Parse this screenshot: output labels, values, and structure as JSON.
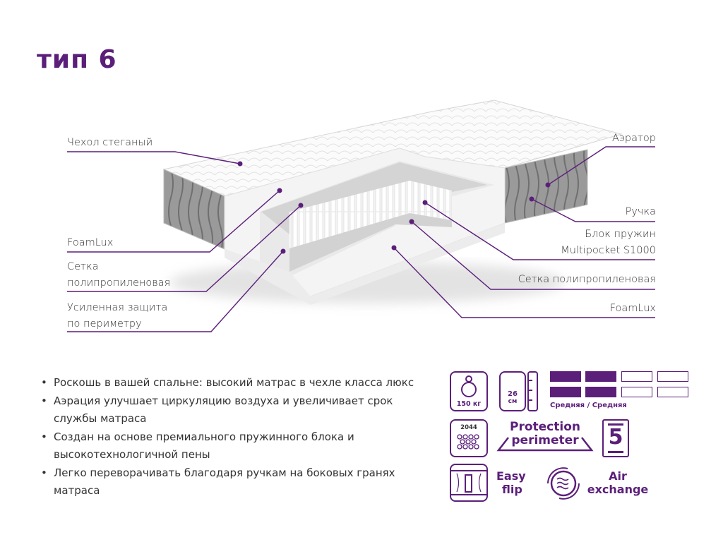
{
  "title": "тип 6",
  "labels_left": [
    {
      "text": "Чехол стеганый"
    },
    {
      "text": "FoamLux"
    },
    {
      "line1": "Сетка",
      "line2": "полипропиленовая"
    },
    {
      "line1": "Усиленная защита",
      "line2": "по периметру"
    }
  ],
  "labels_right": [
    {
      "text": "Аэратор"
    },
    {
      "text": "Ручка"
    },
    {
      "line1": "Блок пружин",
      "line2": "Multipocket S1000"
    },
    {
      "text": "Сетка полипропиленовая"
    },
    {
      "text": "FoamLux"
    }
  ],
  "features": [
    "Роскошь в вашей спальне: высокий матрас в чехле класса люкс",
    "Аэрация улучшает циркуляцию воздуха и увеличивает срок службы матраса",
    "Создан на основе премиального пружинного блока и высокотехнологичной пены",
    "Легко переворачивать благодаря ручкам на боковых гранях матраса"
  ],
  "badges": {
    "max_load": "150 кг",
    "height_value": "26",
    "height_unit": "см",
    "firmness": {
      "top_filled": 2,
      "bottom_filled": 2,
      "total": 4,
      "label": "Средняя / Средняя"
    },
    "spring_count": "2044",
    "protection_line1": "Protection",
    "protection_line2": "perimeter",
    "zones": "5",
    "easy_flip_line1": "Easy",
    "easy_flip_line2": "flip",
    "air_line1": "Air",
    "air_line2": "exchange"
  },
  "colors": {
    "accent": "#5b1f7a",
    "text": "#333333"
  }
}
